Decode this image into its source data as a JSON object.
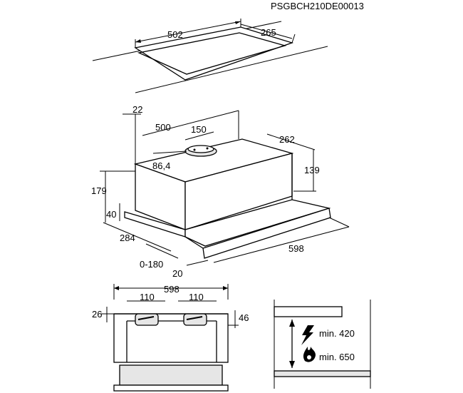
{
  "code": "PSGBCH210DE00013",
  "top_view": {
    "width": "502",
    "depth": "265"
  },
  "iso_view": {
    "offset": "22",
    "top_length": "500",
    "outlet": "150",
    "outlet_offset": "86,4",
    "depth": "262",
    "upper_height": "139",
    "total_height": "179",
    "front_height": "40",
    "base_depth": "284",
    "extension": "0-180",
    "panel": "20",
    "width": "598"
  },
  "front_view": {
    "width": "598",
    "slot_left": "110",
    "slot_right": "110",
    "top_height": "26",
    "slot_height": "46"
  },
  "side_view": {
    "min_electric": "min. 420",
    "min_gas": "min. 650"
  },
  "icons": [
    "lightning-icon",
    "flame-icon"
  ]
}
